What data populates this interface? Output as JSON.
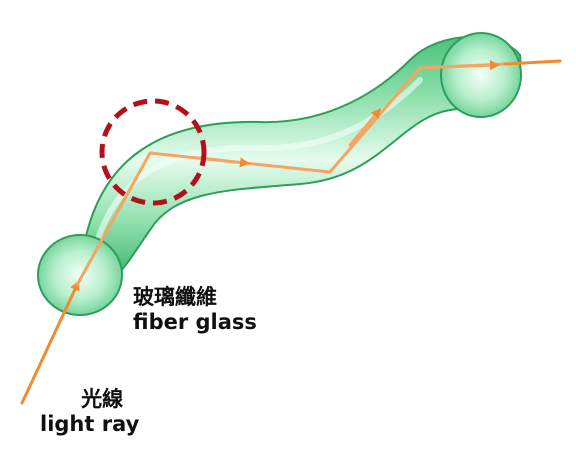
{
  "labels": {
    "fiber_zh": "玻璃纖維",
    "fiber_en": "fiber glass",
    "light_zh": "光線",
    "light_en": "light ray"
  },
  "colors": {
    "fiber_body": "#8fe0ad",
    "fiber_dark": "#4cc27c",
    "fiber_edge": "#2e9e5a",
    "ray": "#f5a462",
    "ray_dark": "#f28a2f",
    "highlight_circle": "#b3101b",
    "text": "#111111"
  },
  "icons": {
    "highlight": "dashed-circle",
    "ray_direction": "arrowhead"
  }
}
